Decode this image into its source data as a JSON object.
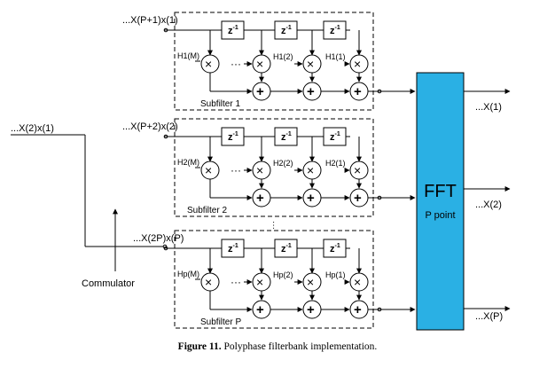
{
  "subfilters": [
    {
      "input_label": "...X(P+1)x(1)",
      "title": "Subfilter 1",
      "coeff_left": "H1(M)",
      "coeff_mid": "H1(2)",
      "coeff_right": "H1(1)"
    },
    {
      "input_label": "...X(P+2)x(2)",
      "title": "Subfilter 2",
      "coeff_left": "H2(M)",
      "coeff_mid": "H2(2)",
      "coeff_right": "H2(1)"
    },
    {
      "input_label": "...X(2P)x(P)",
      "title": "Subfilter P",
      "coeff_left": "Hp(M)",
      "coeff_mid": "Hp(2)",
      "coeff_right": "Hp(1)"
    }
  ],
  "delay_label": "z",
  "delay_exponent": "-1",
  "multiply_symbol": "×",
  "add_symbol": "+",
  "ellipsis": "···",
  "commutator": {
    "input_label": "...X(2)x(1)",
    "label": "Commulator"
  },
  "fft": {
    "title": "FFT",
    "subtitle": "P point",
    "color": "#2ab0e4"
  },
  "outputs": [
    "...X(1)",
    "...X(2)",
    "...X(P)"
  ],
  "caption": {
    "prefix": "Figure 11.",
    "text": "Polyphase filterbank implementation."
  }
}
